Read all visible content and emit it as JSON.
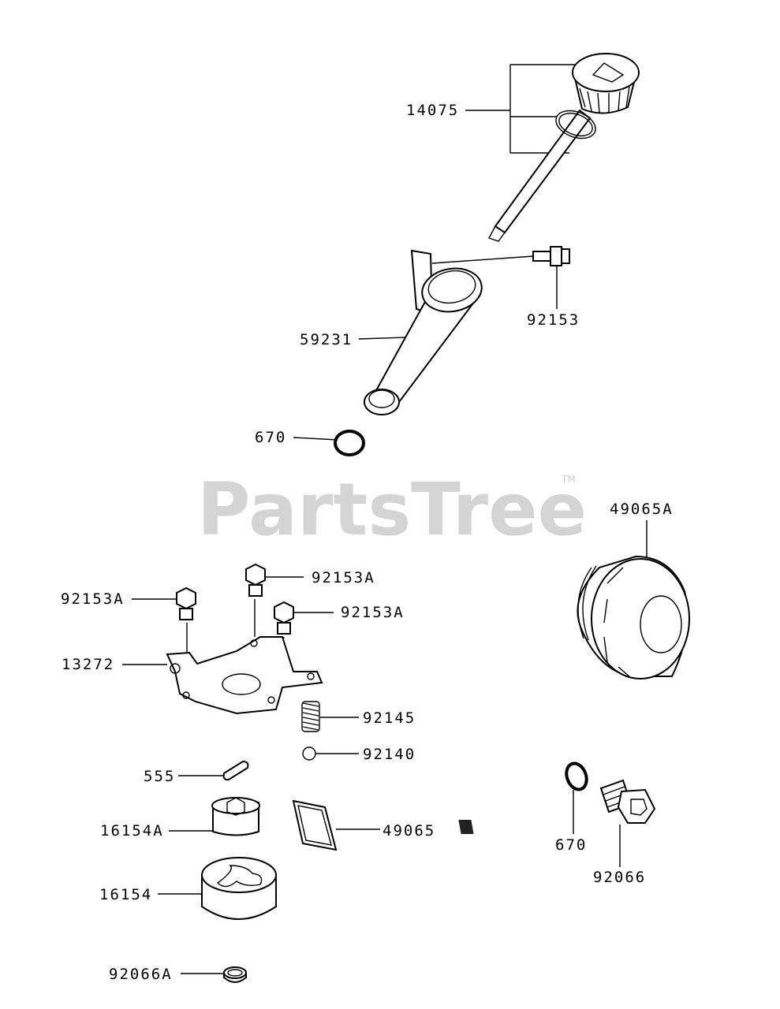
{
  "watermark": {
    "brand": "PartsTree",
    "trademark": "TM"
  },
  "parts": {
    "oil_gauge": "14075",
    "tube_bolt": "92153",
    "oil_filler_tube": "59231",
    "tube_o_ring": "670",
    "oil_filter": "49065A",
    "plate_bolt_top": "92153A",
    "plate_bolt_left": "92153A",
    "plate_bolt_right": "92153A",
    "relief_plate": "13272",
    "relief_spring": "92145",
    "relief_ball": "92140",
    "pin": "555",
    "inner_rotor": "16154A",
    "oil_screen": "49065",
    "outer_rotor": "16154",
    "drain_o_ring": "670",
    "drain_plug": "92066",
    "rotor_ring": "92066A"
  }
}
